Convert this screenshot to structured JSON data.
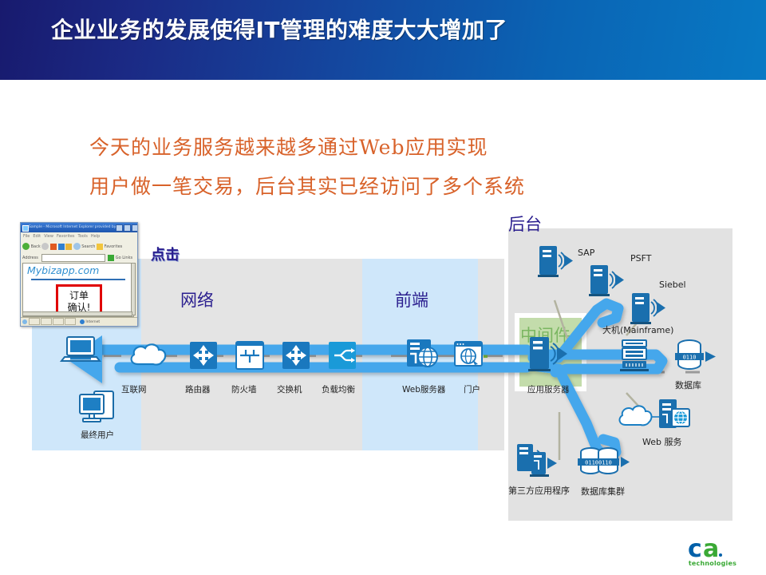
{
  "slide": {
    "title": "企业业务的发展使得IT管理的难度大大增加了",
    "body_lines": [
      "今天的业务服务越来越多通过Web应用实现",
      "用户做一笔交易，后台其实已经访问了多个系统"
    ],
    "colors": {
      "title_bg_left": "#181a6e",
      "title_bg_right": "#0879c4",
      "body_text": "#d8622a",
      "zone_label": "#2b1f8f",
      "middleware_text": "#7ab661",
      "flow_arrow": "#45a7ec",
      "zone_blue": "#cfe7fa",
      "zone_gray": "#e4e4e4",
      "middleware_box": "#c3dcab",
      "logo_blue": "#0060a9",
      "logo_green": "#3aa935"
    }
  },
  "diagram": {
    "zones": [
      {
        "id": "client",
        "label": ""
      },
      {
        "id": "network",
        "label": "网络"
      },
      {
        "id": "frontend",
        "label": "前端"
      },
      {
        "id": "backend",
        "label": "后台"
      },
      {
        "id": "middleware",
        "label": "中间件"
      }
    ],
    "click_callout": "点击",
    "browser": {
      "window_title": "Sample - Microsoft Internet Explorer provided by CA",
      "menu_items": [
        "File",
        "Edit",
        "View",
        "Favorites",
        "Tools",
        "Help"
      ],
      "toolbar_items": [
        "Back",
        "Search",
        "Favorites"
      ],
      "address_label": "Address",
      "address_value": "",
      "go_label": "Go",
      "links_label": "Links",
      "site_name": "Mybizapp.com",
      "order_box_lines": [
        "订单",
        "确认!"
      ],
      "status_zone": "Internet"
    },
    "chain": [
      {
        "id": "end-user",
        "label": "最终用户"
      },
      {
        "id": "internet",
        "label": "互联网"
      },
      {
        "id": "router",
        "label": "路由器"
      },
      {
        "id": "firewall",
        "label": "防火墙"
      },
      {
        "id": "switch",
        "label": "交换机"
      },
      {
        "id": "load-balancer",
        "label": "负载均衡"
      },
      {
        "id": "web-server",
        "label": "Web服务器"
      },
      {
        "id": "portal",
        "label": "门户"
      },
      {
        "id": "app-server",
        "label": "应用服务器"
      }
    ],
    "backend_nodes": [
      {
        "id": "sap",
        "label": "SAP"
      },
      {
        "id": "psft",
        "label": "PSFT"
      },
      {
        "id": "siebel",
        "label": "Siebel"
      },
      {
        "id": "mainframe",
        "label": "大机(Mainframe)"
      },
      {
        "id": "database",
        "label": "数据库"
      },
      {
        "id": "web-service",
        "label": "Web 服务"
      },
      {
        "id": "third-party-app",
        "label": "第三方应用程序"
      },
      {
        "id": "db-cluster",
        "label": "数据库集群"
      }
    ]
  },
  "logo": {
    "mark_c": "c",
    "mark_a": "a",
    "tagline": "technologies"
  }
}
